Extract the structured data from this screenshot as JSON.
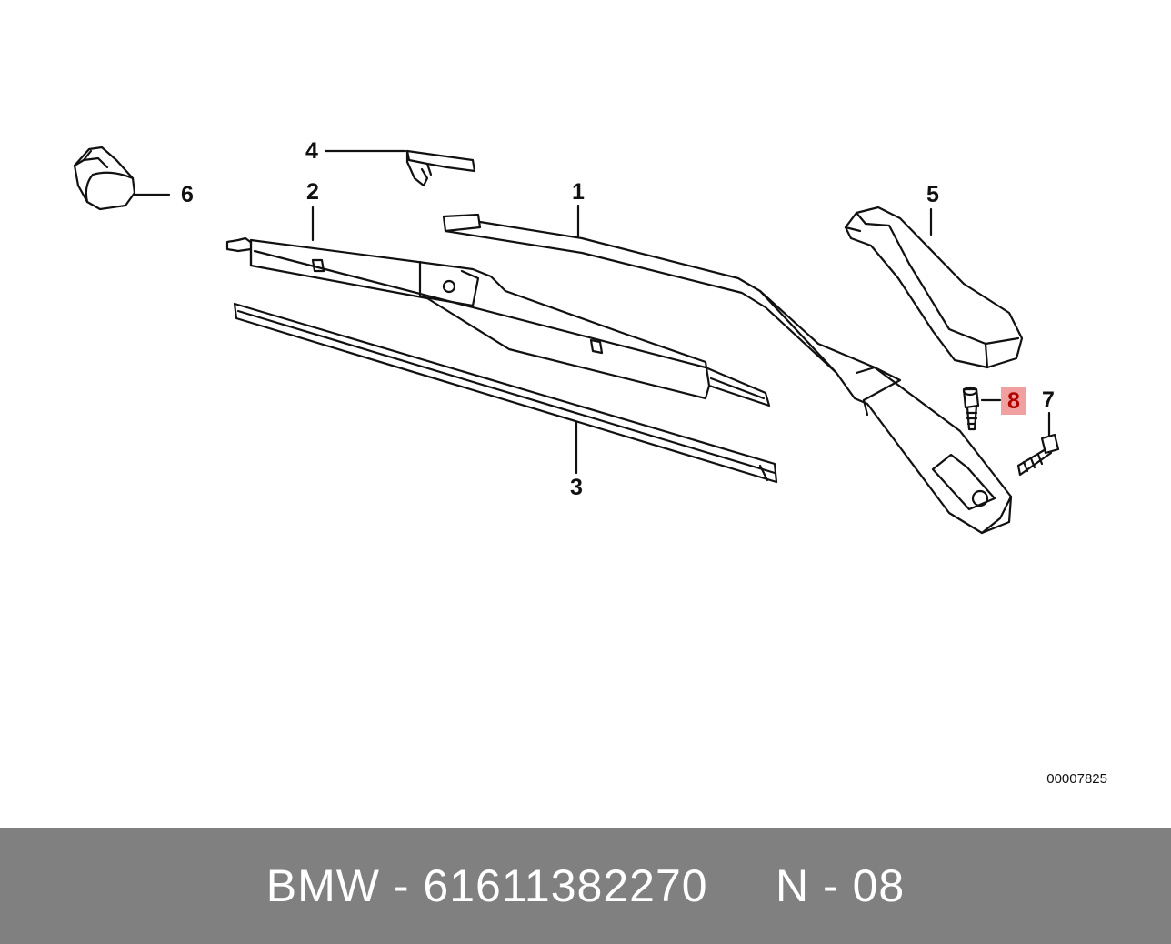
{
  "diagram": {
    "callouts": [
      {
        "id": "1",
        "label": "1",
        "highlighted": false
      },
      {
        "id": "2",
        "label": "2",
        "highlighted": false
      },
      {
        "id": "3",
        "label": "3",
        "highlighted": false
      },
      {
        "id": "4",
        "label": "4",
        "highlighted": false
      },
      {
        "id": "5",
        "label": "5",
        "highlighted": false
      },
      {
        "id": "6",
        "label": "6",
        "highlighted": false
      },
      {
        "id": "7",
        "label": "7",
        "highlighted": false
      },
      {
        "id": "8",
        "label": "8",
        "highlighted": true
      }
    ],
    "figure_code": "00007825",
    "highlight_color": "#f0a0a0"
  },
  "footer": {
    "caption": "BMW - 61611382270     N - 08",
    "background": "#808080"
  }
}
